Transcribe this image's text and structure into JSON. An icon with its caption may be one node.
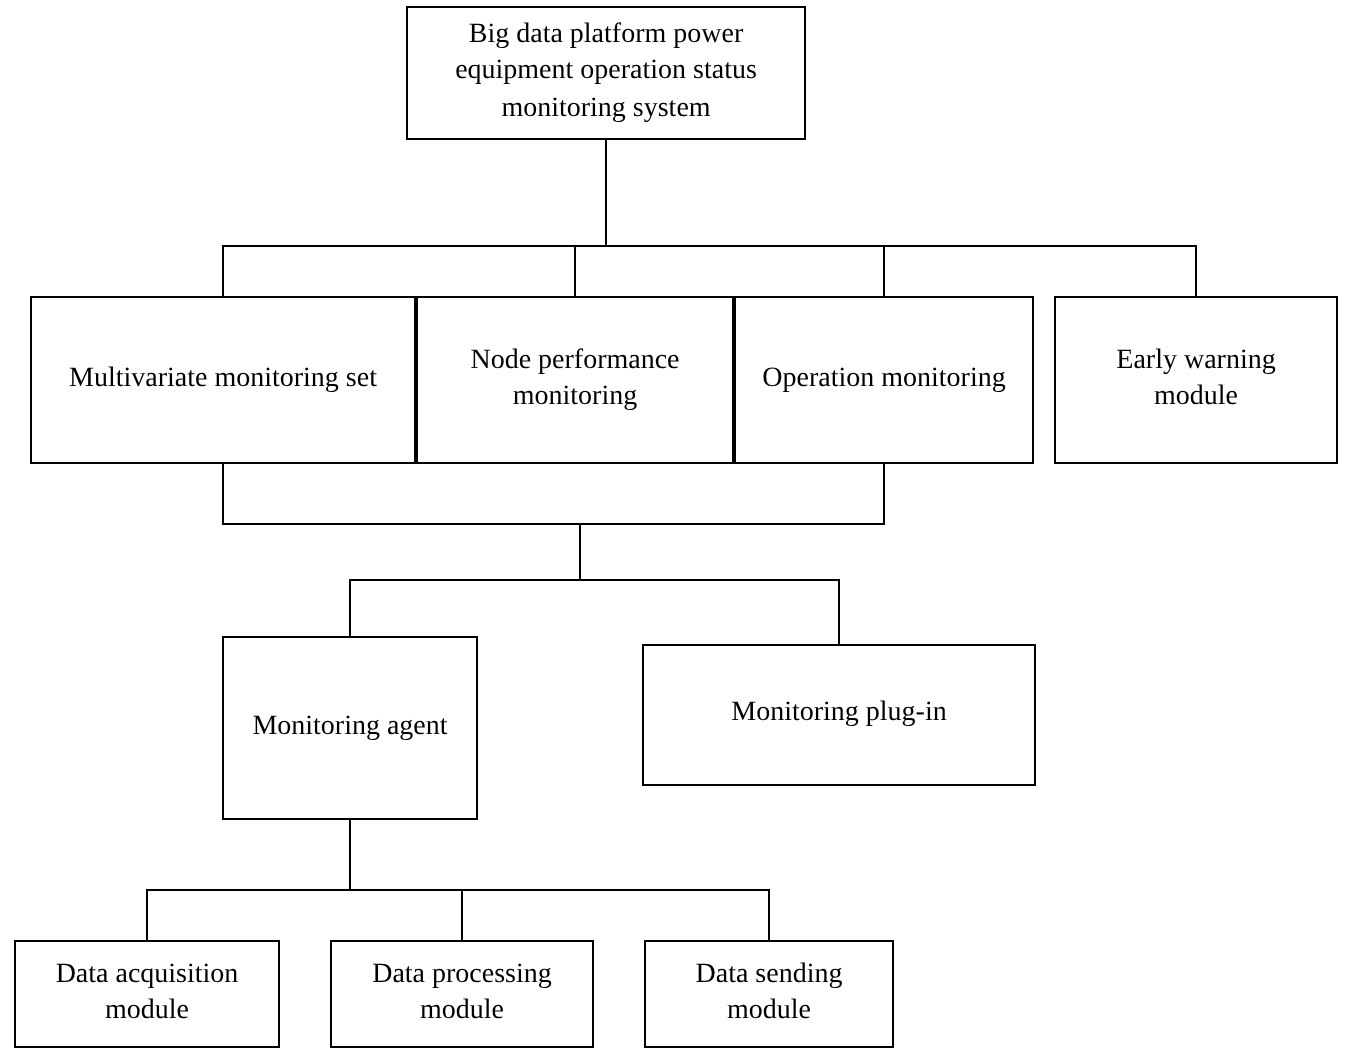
{
  "diagram": {
    "nodes": [
      {
        "text": [
          "Big data platform power equipment operation status monitoring system"
        ]
      },
      {
        "text": [
          "Multivariate monitoring set"
        ]
      },
      {
        "text": [
          "Node performance monitoring"
        ]
      },
      {
        "text": [
          "Operation monitoring"
        ]
      },
      {
        "text": [
          "Early warning module"
        ]
      },
      {
        "text": [
          "Monitoring agent"
        ]
      },
      {
        "text": [
          "Monitoring plug-in"
        ]
      },
      {
        "text": [
          "Data acquisition module"
        ]
      },
      {
        "text": [
          "Data processing module"
        ]
      },
      {
        "text": [
          "Data sending module"
        ]
      }
    ],
    "edges": [
      {
        "from": 0,
        "to": 1,
        "arrow": "none"
      },
      {
        "from": 0,
        "to": 2,
        "arrow": "none"
      },
      {
        "from": 0,
        "to": 3,
        "arrow": "none"
      },
      {
        "from": 0,
        "to": 4,
        "arrow": "none"
      },
      {
        "from": 1,
        "to": 5,
        "arrow": "none"
      },
      {
        "from": 1,
        "to": 6,
        "arrow": "none"
      },
      {
        "from": 3,
        "to": 5,
        "arrow": "none"
      },
      {
        "from": 3,
        "to": 6,
        "arrow": "none"
      },
      {
        "from": 5,
        "to": 7,
        "arrow": "none"
      },
      {
        "from": 5,
        "to": 8,
        "arrow": "none"
      },
      {
        "from": 5,
        "to": 9,
        "arrow": "none"
      }
    ]
  }
}
